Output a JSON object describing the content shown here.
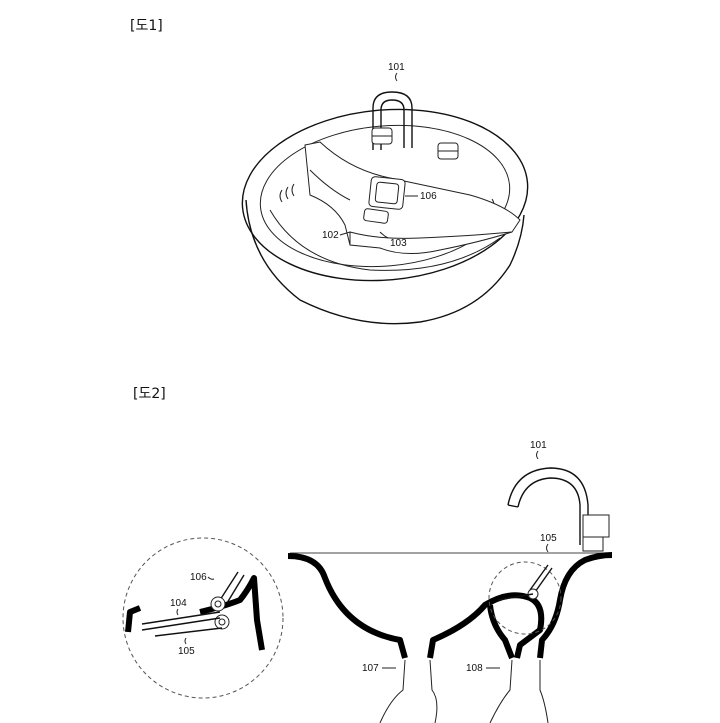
{
  "figures": {
    "fig1": {
      "title": "[도1]",
      "labels": {
        "faucet": "101",
        "drain_cover": "106",
        "body": "102",
        "opening": "103"
      }
    },
    "fig2": {
      "title": "[도2]",
      "labels": {
        "faucet": "101",
        "hinge_main": "105",
        "pipe_left": "107",
        "pipe_right": "108"
      },
      "detail": {
        "cover": "106",
        "arm": "104",
        "hinge": "105"
      }
    }
  }
}
